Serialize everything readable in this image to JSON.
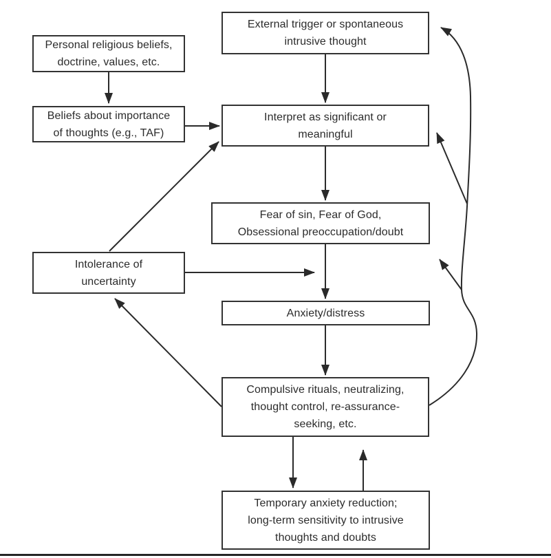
{
  "figure": {
    "nodes": {
      "external": {
        "line1": "External trigger or spontaneous",
        "line2": "intrusive thought"
      },
      "personal": {
        "line1": "Personal religious beliefs,",
        "line2": "doctrine, values, etc."
      },
      "beliefs": {
        "line1": "Beliefs about importance",
        "line2": "of thoughts (e.g., TAF)"
      },
      "interpret": {
        "line1": "Interpret as significant or",
        "line2": "meaningful"
      },
      "fear": {
        "line1": "Fear of sin, Fear of God,",
        "line2": "Obsessional preoccupation/doubt"
      },
      "intolerance": {
        "line1": "Intolerance of",
        "line2": "uncertainty"
      },
      "anxiety": {
        "line1": "Anxiety/distress"
      },
      "compulsive": {
        "line1": "Compulsive rituals, neutralizing,",
        "line2": "thought control, re-assurance-",
        "line3": "seeking, etc."
      },
      "temporary": {
        "line1": "Temporary anxiety reduction;",
        "line2": "long-term sensitivity to intrusive",
        "line3": "thoughts and doubts"
      }
    },
    "edges": [
      {
        "from": "personal",
        "to": "beliefs"
      },
      {
        "from": "beliefs",
        "to": "interpret"
      },
      {
        "from": "external",
        "to": "interpret"
      },
      {
        "from": "intolerance",
        "to": "interpret"
      },
      {
        "from": "interpret",
        "to": "fear"
      },
      {
        "from": "fear",
        "to": "anxiety"
      },
      {
        "from": "intolerance",
        "to": "fear-anxiety-path"
      },
      {
        "from": "anxiety",
        "to": "compulsive"
      },
      {
        "from": "compulsive",
        "to": "temporary"
      },
      {
        "from": "temporary",
        "to": "compulsive"
      },
      {
        "from": "compulsive",
        "to": "intolerance"
      },
      {
        "from": "compulsive",
        "to": "external"
      },
      {
        "from": "compulsive",
        "to": "fear"
      },
      {
        "from": "compulsive",
        "to": "interpret"
      }
    ],
    "ink_color": "#2a2a2a",
    "background_color": "#ffffff"
  }
}
